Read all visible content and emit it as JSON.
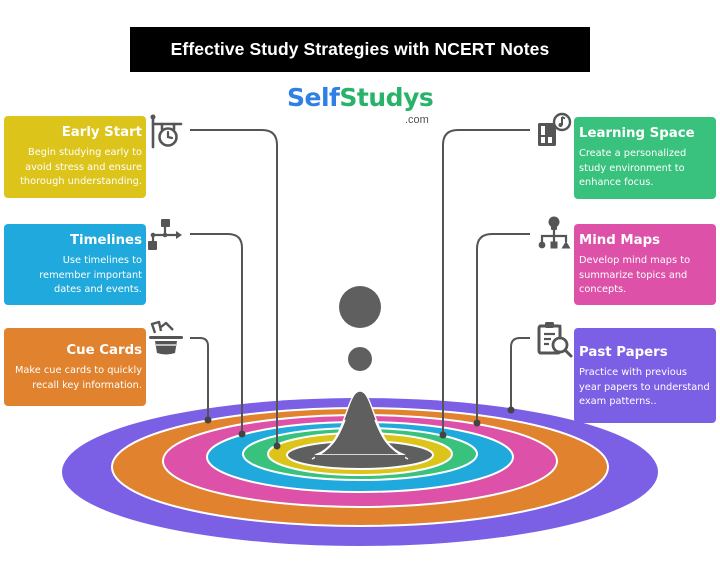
{
  "header": {
    "title": "Effective Study Strategies with NCERT Notes"
  },
  "logo": {
    "part1": "Self",
    "part2": "Studys",
    "suffix": ".com",
    "colors": {
      "self": "#2f80e5",
      "studys": "#29b26a"
    }
  },
  "strategies": {
    "left": [
      {
        "title": "Early Start",
        "description": "Begin studying early to avoid stress and ensure thorough understanding.",
        "color": "#dcc41a",
        "icon": "signboard-clock-icon",
        "ring": "yellow"
      },
      {
        "title": "Timelines",
        "description": "Use timelines to remember important dates and events.",
        "color": "#1fa9dc",
        "icon": "timeline-flow-icon",
        "ring": "blue"
      },
      {
        "title": "Cue Cards",
        "description": "Make cue cards to quickly recall key information.",
        "color": "#e0822e",
        "icon": "hat-cards-icon",
        "ring": "orange"
      }
    ],
    "right": [
      {
        "title": "Learning Space",
        "description": "Create a personalized study environment to enhance focus.",
        "color": "#39c27d",
        "icon": "room-music-icon",
        "ring": "green"
      },
      {
        "title": "Mind Maps",
        "description": "Develop mind maps to summarize topics and concepts.",
        "color": "#dd52a8",
        "icon": "hierarchy-icon",
        "ring": "pink"
      },
      {
        "title": "Past Papers",
        "description": "Practice with previous year papers to understand exam patterns..",
        "color": "#7b5fe5",
        "icon": "clipboard-search-icon",
        "ring": "purple"
      }
    ]
  },
  "rings": [
    {
      "name": "purple",
      "color": "#7b5fe5"
    },
    {
      "name": "orange",
      "color": "#e0822e"
    },
    {
      "name": "pink",
      "color": "#dd52a8"
    },
    {
      "name": "blue",
      "color": "#1fa9dc"
    },
    {
      "name": "green",
      "color": "#39c27d"
    },
    {
      "name": "yellow",
      "color": "#dcc41a"
    },
    {
      "name": "center",
      "color": "#5f5f5f"
    }
  ]
}
